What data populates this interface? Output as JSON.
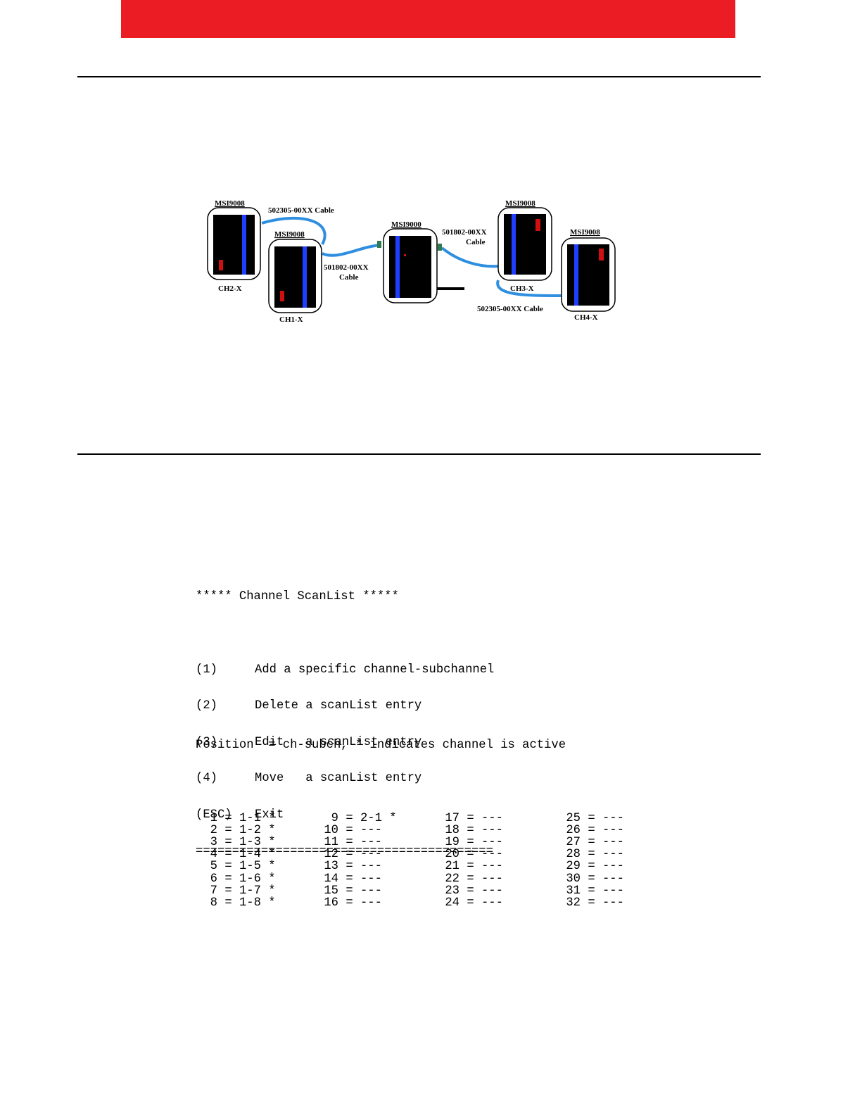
{
  "diagram": {
    "devices": [
      {
        "id": "ch2",
        "top_label": "MSI9008",
        "bottom_label": "CH2-X"
      },
      {
        "id": "ch1",
        "top_label": "MSI9008",
        "bottom_label": "CH1-X"
      },
      {
        "id": "main",
        "top_label": "MSI9000",
        "bottom_label": ""
      },
      {
        "id": "ch3",
        "top_label": "MSI9008",
        "bottom_label": "CH3-X"
      },
      {
        "id": "ch4",
        "top_label": "MSI9008",
        "bottom_label": "CH4-X"
      }
    ],
    "cable_labels": {
      "top_left": "502305-00XX Cable",
      "mid_left_1": "501802-00XX",
      "mid_left_2": "Cable",
      "mid_right_1": "501802-00XX",
      "mid_right_2": "Cable",
      "bottom_right": "502305-00XX Cable"
    },
    "colors": {
      "screen": "#000000",
      "stripe": "#1f3fff",
      "indicator": "#d01010",
      "cable": "#2e8fe0"
    }
  },
  "terminal": {
    "title": "***** Channel ScanList *****",
    "menu": [
      {
        "key": "(1)",
        "label": "Add a specific channel-subchannel"
      },
      {
        "key": "(2)",
        "label": "Delete a scanList entry"
      },
      {
        "key": "(3)",
        "label": "Edit   a scanList entry"
      },
      {
        "key": "(4)",
        "label": "Move   a scanList entry"
      },
      {
        "key": "(ESC)",
        "label": "Exit"
      }
    ],
    "separator": "=========================================",
    "legend": "Position  = ch-subch, * indicates channel is active",
    "columns": [
      [
        {
          "pos": "1",
          "val": "1-1 *"
        },
        {
          "pos": "2",
          "val": "1-2 *"
        },
        {
          "pos": "3",
          "val": "1-3 *"
        },
        {
          "pos": "4",
          "val": "1-4 *"
        },
        {
          "pos": "5",
          "val": "1-5 *"
        },
        {
          "pos": "6",
          "val": "1-6 *"
        },
        {
          "pos": "7",
          "val": "1-7 *"
        },
        {
          "pos": "8",
          "val": "1-8 *"
        }
      ],
      [
        {
          "pos": "9",
          "val": "2-1 *"
        },
        {
          "pos": "10",
          "val": "---"
        },
        {
          "pos": "11",
          "val": "---"
        },
        {
          "pos": "12",
          "val": "---"
        },
        {
          "pos": "13",
          "val": "---"
        },
        {
          "pos": "14",
          "val": "---"
        },
        {
          "pos": "15",
          "val": "---"
        },
        {
          "pos": "16",
          "val": "---"
        }
      ],
      [
        {
          "pos": "17",
          "val": "---"
        },
        {
          "pos": "18",
          "val": "---"
        },
        {
          "pos": "19",
          "val": "---"
        },
        {
          "pos": "20",
          "val": "---"
        },
        {
          "pos": "21",
          "val": "---"
        },
        {
          "pos": "22",
          "val": "---"
        },
        {
          "pos": "23",
          "val": "---"
        },
        {
          "pos": "24",
          "val": "---"
        }
      ],
      [
        {
          "pos": "25",
          "val": "---"
        },
        {
          "pos": "26",
          "val": "---"
        },
        {
          "pos": "27",
          "val": "---"
        },
        {
          "pos": "28",
          "val": "---"
        },
        {
          "pos": "29",
          "val": "---"
        },
        {
          "pos": "30",
          "val": "---"
        },
        {
          "pos": "31",
          "val": "---"
        },
        {
          "pos": "32",
          "val": "---"
        }
      ]
    ]
  }
}
